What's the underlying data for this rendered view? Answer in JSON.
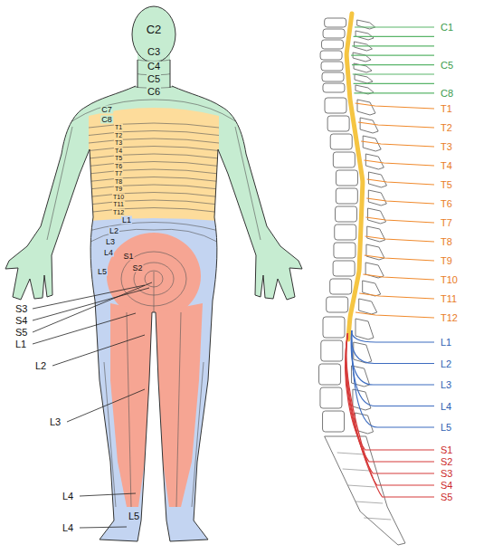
{
  "diagram": {
    "labels": [
      "C2",
      "C3",
      "C4",
      "C5",
      "C6",
      "C7",
      "C8",
      "T1",
      "T2",
      "T3",
      "T4",
      "T5",
      "T6",
      "T7",
      "T8",
      "T9",
      "T10",
      "T11",
      "T12",
      "L1",
      "L2",
      "L3",
      "L4",
      "L5",
      "S1",
      "S2",
      "S3",
      "S4",
      "S5",
      "L1",
      "L2",
      "L3",
      "L4",
      "L4",
      "L5",
      "C1",
      "C5",
      "C8",
      "T1",
      "T2",
      "T3",
      "T4",
      "T5",
      "T6",
      "T7",
      "T8",
      "T9",
      "T10",
      "T11",
      "T12",
      "L1",
      "L2",
      "L3",
      "L4",
      "L5",
      "S1",
      "S2",
      "S3",
      "S4",
      "S5"
    ]
  }
}
